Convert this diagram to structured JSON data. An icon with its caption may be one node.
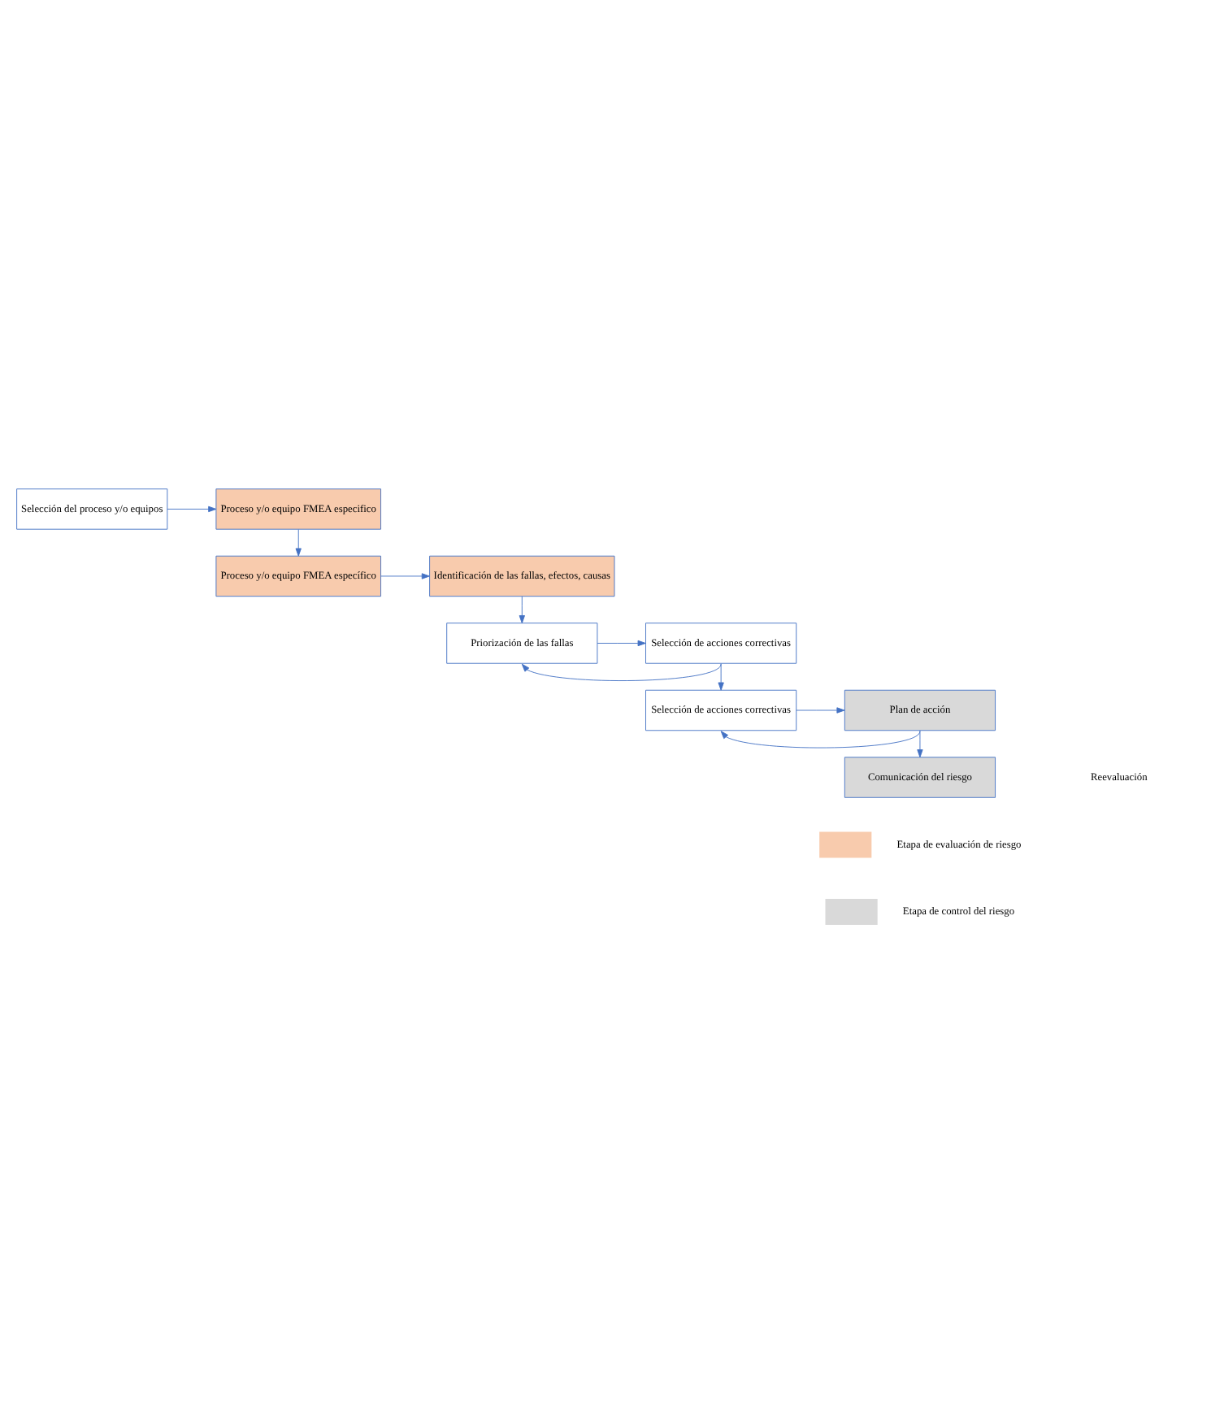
{
  "diagram": {
    "nodes": [
      {
        "text": [
          "Selección del proceso y/o equipos"
        ]
      },
      {
        "text": [
          "Proceso y/o equipo FMEA especifico"
        ]
      },
      {
        "text": [
          "Proceso y/o equipo FMEA específico"
        ]
      },
      {
        "text": [
          "Identificación de las fallas, efectos, causas"
        ]
      },
      {
        "text": [
          "Priorización de las fallas"
        ]
      },
      {
        "text": [
          "Selección de acciones correctivas"
        ]
      },
      {
        "text": [
          "Selección de acciones correctivas"
        ]
      },
      {
        "text": [
          "Plan de acción"
        ]
      },
      {
        "text": [
          "Comunicación del riesgo"
        ]
      }
    ],
    "edges": [
      {
        "from": 0,
        "to": 1,
        "arrow": "to"
      },
      {
        "from": 1,
        "to": 2,
        "arrow": "to"
      },
      {
        "from": 2,
        "to": 3,
        "arrow": "to"
      },
      {
        "from": 3,
        "to": 4,
        "arrow": "to"
      },
      {
        "from": 4,
        "to": 5,
        "arrow": "to"
      },
      {
        "from": 5,
        "to": 4,
        "arrow": "to"
      },
      {
        "from": 5,
        "to": 6,
        "arrow": "to"
      },
      {
        "from": 6,
        "to": 7,
        "arrow": "to"
      },
      {
        "from": 7,
        "to": 6,
        "arrow": "to"
      },
      {
        "from": 7,
        "to": 8,
        "arrow": "to"
      }
    ],
    "labels": [
      "Reevaluación"
    ],
    "legend": [
      {
        "text": "Etapa de evaluación de riesgo",
        "color": "#f8cbad"
      },
      {
        "text": "Etapa de control del riesgo",
        "color": "#d9d9d9"
      }
    ]
  }
}
